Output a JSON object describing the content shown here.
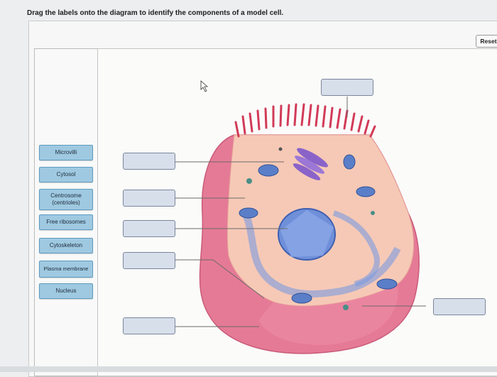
{
  "instruction": "Drag the labels onto the diagram to identify the components of a model cell.",
  "reset_label": "Reset",
  "labels": [
    {
      "text": "Microvilli"
    },
    {
      "text": "Cytosol"
    },
    {
      "text": "Centrosome\n(centrioles)"
    },
    {
      "text": "Free ribosomes"
    },
    {
      "text": "Cytoskeleton"
    },
    {
      "text": "Plasma membrane"
    },
    {
      "text": "Nucleus"
    }
  ],
  "colors": {
    "label_fill": "#9fc9e1",
    "target_fill": "#d7dfeb",
    "cell_membrane": "#e57a96",
    "cytoplasm": "#f6c9b6",
    "nucleus": "#6f8fd9"
  }
}
